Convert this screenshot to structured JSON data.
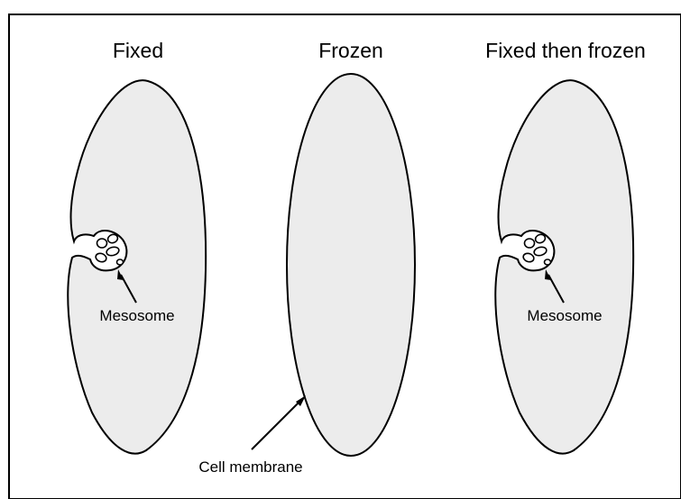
{
  "panels": [
    {
      "title": "Fixed",
      "annotation": "Mesosome"
    },
    {
      "title": "Frozen",
      "annotation": "Cell membrane"
    },
    {
      "title": "Fixed then frozen",
      "annotation": "Mesosome"
    }
  ],
  "colors": {
    "cell_fill": "#ececec",
    "outline": "#000000",
    "background": "#ffffff"
  }
}
